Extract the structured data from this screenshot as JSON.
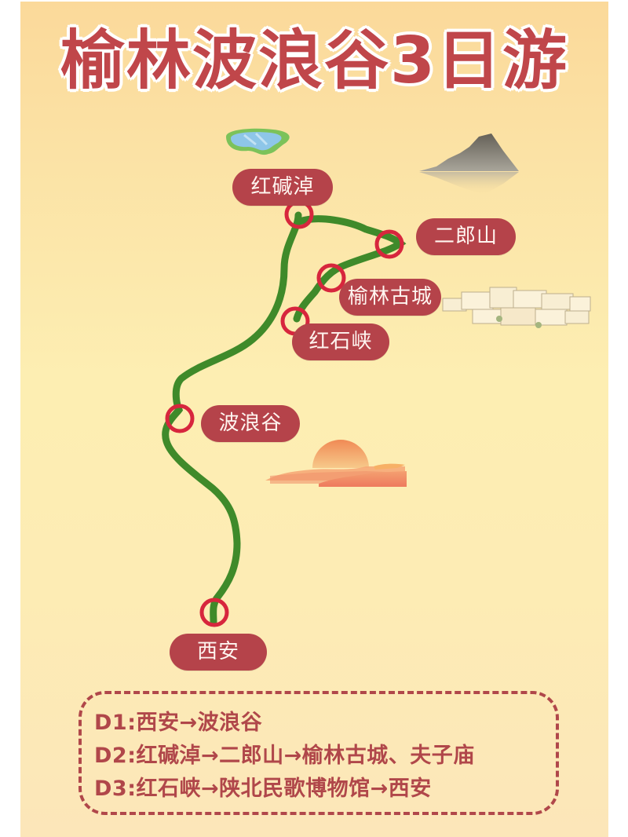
{
  "title": "榆林波浪谷3日游",
  "colors": {
    "background": "#fdeeb2",
    "title": "#c0464a",
    "pill": "#b5434a",
    "route": "#3f8a2a",
    "marker_ring": "#d7263d",
    "itinerary_text": "#b0474a"
  },
  "stops": [
    {
      "id": "hongjiannao",
      "label": "红碱淖"
    },
    {
      "id": "erlangshan",
      "label": "二郎山"
    },
    {
      "id": "yulin_old_town",
      "label": "榆林古城"
    },
    {
      "id": "hongshixia",
      "label": "红石峡"
    },
    {
      "id": "bolanggu",
      "label": "波浪谷"
    },
    {
      "id": "xian",
      "label": "西安"
    }
  ],
  "illustrations": [
    {
      "name": "lake-icon"
    },
    {
      "name": "ink-mountain-icon"
    },
    {
      "name": "old-town-icon"
    },
    {
      "name": "sunset-icon"
    }
  ],
  "itinerary": [
    {
      "day": "D1",
      "text": "D1:西安→波浪谷"
    },
    {
      "day": "D2",
      "text": "D2:红碱淖→二郎山→榆林古城、夫子庙"
    },
    {
      "day": "D3",
      "text": "D3:红石峡→陕北民歌博物馆→西安"
    }
  ]
}
